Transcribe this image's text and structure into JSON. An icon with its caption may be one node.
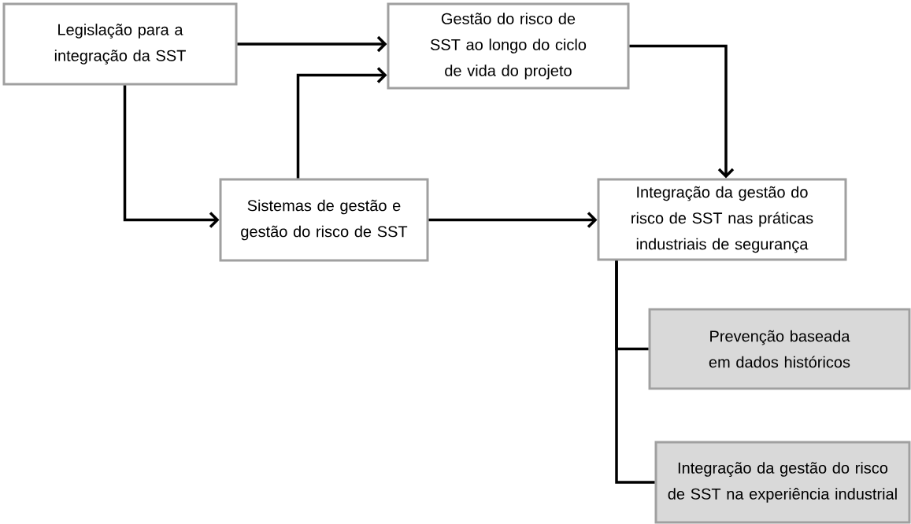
{
  "diagram": {
    "nodes": [
      {
        "text": [
          "Legislação para a integração da SST"
        ]
      },
      {
        "text": [
          "Gestão do risco de SST ao longo do ciclo de vida do projeto"
        ]
      },
      {
        "text": [
          "Sistemas de gestão e gestão do risco de SST"
        ]
      },
      {
        "text": [
          "Integração da gestão do risco de SST nas práticas industriais de segurança"
        ]
      },
      {
        "text": [
          "Prevenção baseada em dados históricos"
        ]
      },
      {
        "text": [
          "Integração da gestão do risco de SST na experiência industrial"
        ]
      }
    ],
    "edges": [
      {
        "from": 0,
        "to": 1,
        "arrow": "to"
      },
      {
        "from": 0,
        "to": 2,
        "arrow": "to"
      },
      {
        "from": 2,
        "to": 1,
        "arrow": "to"
      },
      {
        "from": 1,
        "to": 3,
        "arrow": "to"
      },
      {
        "from": 2,
        "to": 3,
        "arrow": "to"
      },
      {
        "from": 3,
        "to": 4,
        "arrow": "none"
      },
      {
        "from": 3,
        "to": 5,
        "arrow": "none"
      }
    ]
  }
}
